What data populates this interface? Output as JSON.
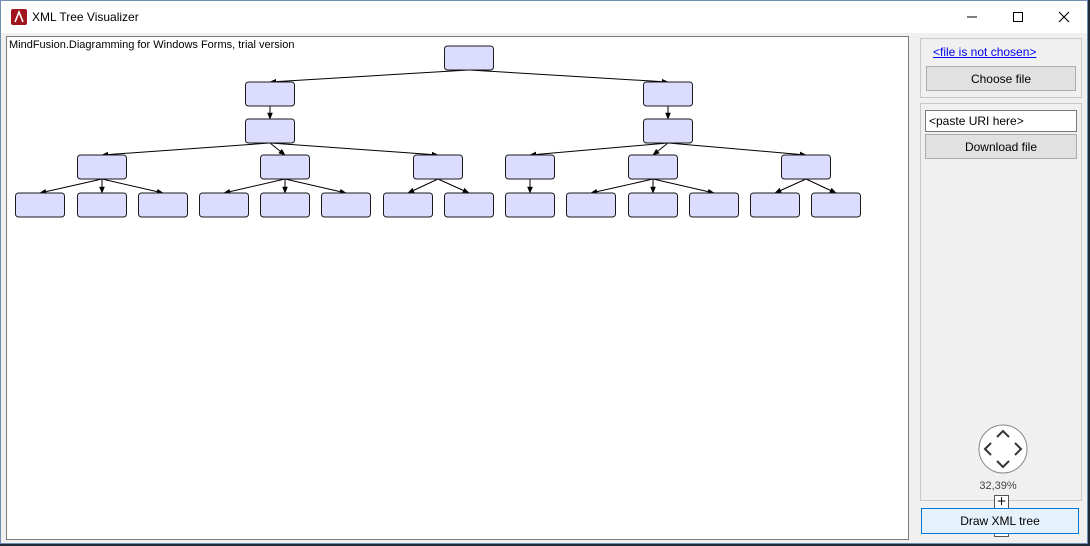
{
  "window": {
    "title": "XML Tree Visualizer"
  },
  "canvas": {
    "trial_text": "MindFusion.Diagramming for Windows Forms, trial version",
    "node_fill": "#dcdcff"
  },
  "sidebar": {
    "file_link": "<file is not chosen>",
    "choose_file": "Choose file",
    "uri_value": "<paste URI here>",
    "download_file": "Download file",
    "zoom_in": "+",
    "zoom_reset": "=",
    "zoom_out": "−",
    "zoom_level": "32,39%",
    "draw_tree": "Draw XML tree"
  },
  "icons": [
    "app-icon",
    "minimize-icon",
    "maximize-icon",
    "close-icon",
    "pan-arrows-icon",
    "zoom-plus-icon",
    "zoom-minus-icon"
  ]
}
